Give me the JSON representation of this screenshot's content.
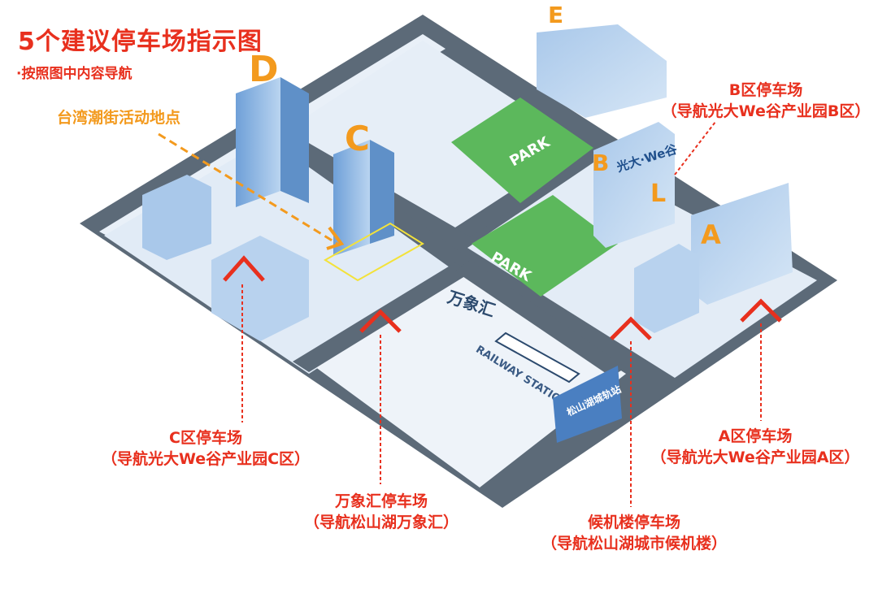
{
  "title": "5个建议停车场指示图",
  "subtitle": "·按照图中内容导航",
  "event_label": "台湾潮街活动地点",
  "map_labels": {
    "wanxianghui": "万象汇",
    "park_upper": "PARK",
    "park_lower": "PARK",
    "railway_station": "RAILWAY STATION",
    "station_name": "松山湖城轨站",
    "tower_d": "D",
    "tower_c": "C",
    "building_e": "E",
    "zone_b_letter": "B",
    "zone_l_letter": "L",
    "zone_a_letter": "A",
    "sign_b": "光大·We谷"
  },
  "parking": [
    {
      "id": "b",
      "name": "B区停车场",
      "nav": "（导航光大We谷产业园B区）"
    },
    {
      "id": "c",
      "name": "C区停车场",
      "nav": "（导航光大We谷产业园C区）"
    },
    {
      "id": "wx",
      "name": "万象汇停车场",
      "nav": "（导航松山湖万象汇）"
    },
    {
      "id": "hj",
      "name": "候机楼停车场",
      "nav": "（导航松山湖城市候机楼）"
    },
    {
      "id": "a",
      "name": "A区停车场",
      "nav": "（导航光大We谷产业园A区）"
    }
  ],
  "colors": {
    "accent_red": "#e8301e",
    "event_orange": "#f39a1e",
    "road": "#5c6a78",
    "block": "#dde8f4",
    "park_green": "#4aa84a",
    "building_blue": "#9cc1e6"
  }
}
